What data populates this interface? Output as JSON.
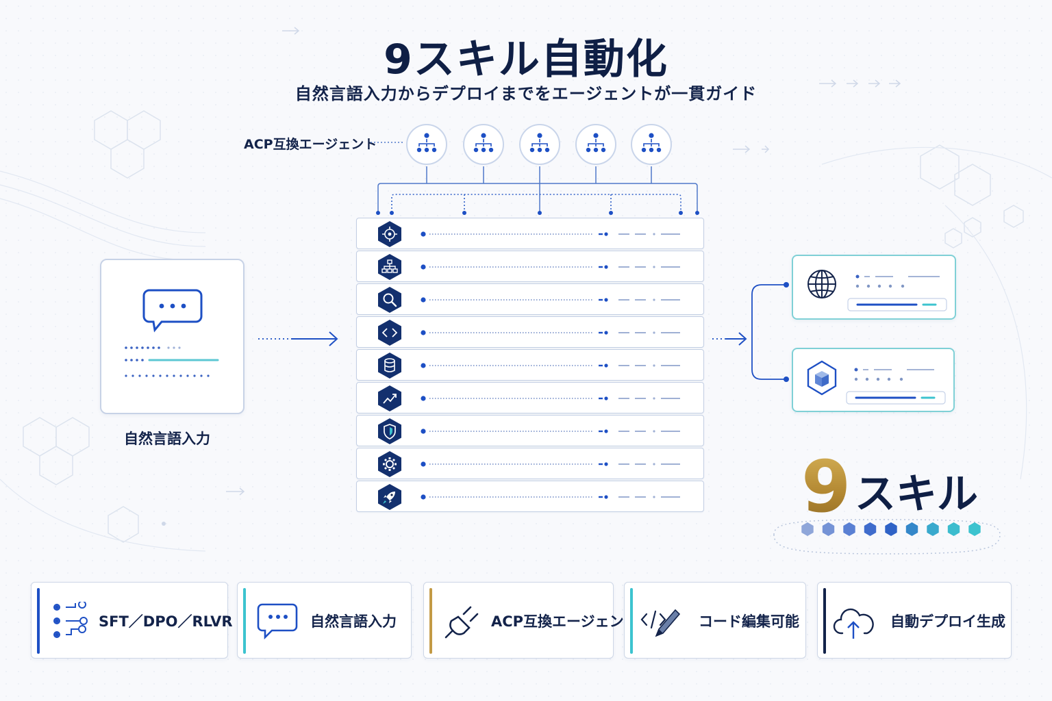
{
  "header": {
    "title": "9スキル自動化",
    "subtitle": "自然言語入力からデプロイまでをエージェントが一貫ガイド"
  },
  "agents": {
    "label": "ACP互換エージェント",
    "count": 5,
    "icon": "agent-network-icon"
  },
  "input": {
    "label": "自然言語入力",
    "icon": "chat-bubble-icon"
  },
  "skills": [
    {
      "icon": "target-icon"
    },
    {
      "icon": "hierarchy-icon"
    },
    {
      "icon": "search-icon"
    },
    {
      "icon": "code-icon"
    },
    {
      "icon": "database-icon"
    },
    {
      "icon": "trend-chart-icon"
    },
    {
      "icon": "shield-icon"
    },
    {
      "icon": "gear-icon"
    },
    {
      "icon": "rocket-icon"
    }
  ],
  "outputs": [
    {
      "icon": "globe-icon"
    },
    {
      "icon": "cube-icon"
    }
  ],
  "badge": {
    "number": "9",
    "text": "スキル",
    "dot_count": 9
  },
  "features": [
    {
      "label": "SFT／DPO／RLVR",
      "icon": "pipeline-icon"
    },
    {
      "label": "自然言語入力",
      "icon": "chat-bubble-icon"
    },
    {
      "label": "ACP互換エージェント",
      "icon": "plug-icon"
    },
    {
      "label": "コード編集可能",
      "icon": "code-pen-icon"
    },
    {
      "label": "自動デプロイ生成",
      "icon": "cloud-upload-icon"
    }
  ],
  "colors": {
    "navy": "#13234a",
    "blue": "#1d4fc4",
    "teal": "#3cc3cf",
    "gold": "#c39a45",
    "border": "#c2cee3"
  }
}
